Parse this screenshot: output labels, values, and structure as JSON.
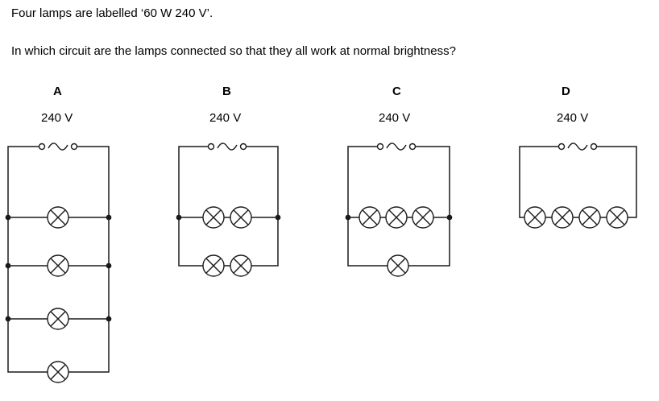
{
  "question": {
    "line1": "Four lamps are labelled ‘60 W 240 V’.",
    "line2": "In which circuit are the lamps connected so that they all work at normal brightness?"
  },
  "options": {
    "a": {
      "label": "A",
      "voltage": "240 V",
      "lamp_count": 4,
      "arrangement": "four lamps in parallel across the supply"
    },
    "b": {
      "label": "B",
      "voltage": "240 V",
      "lamp_count": 4,
      "arrangement": "two parallel branches, each with two lamps in series"
    },
    "c": {
      "label": "C",
      "voltage": "240 V",
      "lamp_count": 4,
      "arrangement": "three lamps in series in parallel with one lamp"
    },
    "d": {
      "label": "D",
      "voltage": "240 V",
      "lamp_count": 4,
      "arrangement": "four lamps in series"
    }
  },
  "symbols": {
    "lamp": "circle-with-cross lamp symbol",
    "supply": "a.c. supply (terminal-tilde-terminal)"
  },
  "colors": {
    "ink": "#1a1a1a",
    "background": "#ffffff"
  }
}
